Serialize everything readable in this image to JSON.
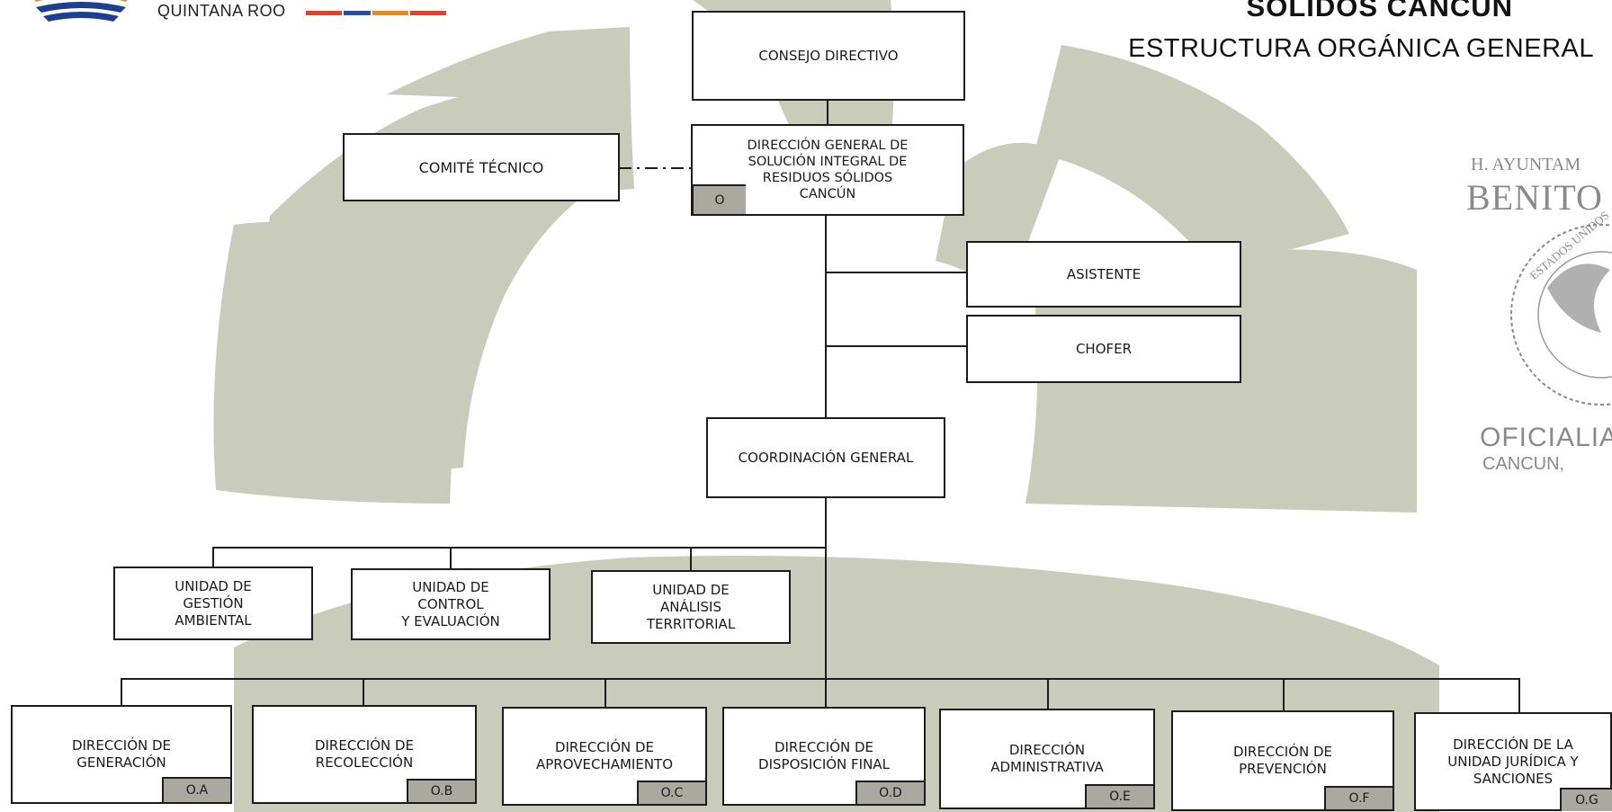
{
  "header": {
    "state_label": "QUINTANA ROO",
    "title_line1": "SÓLIDOS CANCÚN",
    "title_line2": "ESTRUCTURA ORGÁNICA GENERAL"
  },
  "stamp": {
    "line1": "H. AYUNTAM",
    "line2": "BENITO J",
    "seal_text": "ESTADOS UNIDOS",
    "line3": "OFICIALIA",
    "line4": "CANCUN,"
  },
  "org": {
    "consejo": "CONSEJO DIRECTIVO",
    "comite": "COMITÉ TÉCNICO",
    "direccion_general": "DIRECCIÓN GENERAL DE\nSOLUCIÓN INTEGRAL DE\nRESIDUOS SÓLIDOS\nCANCÚN",
    "direccion_general_tag": "O",
    "asistente": "ASISTENTE",
    "chofer": "CHOFER",
    "coordinacion": "COORDINACIÓN GENERAL",
    "unidades": [
      {
        "label": "UNIDAD DE\nGESTIÓN\nAMBIENTAL"
      },
      {
        "label": "UNIDAD DE\nCONTROL\nY EVALUACIÓN"
      },
      {
        "label": "UNIDAD DE\nANÁLISIS\nTERRITORIAL"
      }
    ],
    "direcciones": [
      {
        "label": "DIRECCIÓN DE\nGENERACIÓN",
        "tag": "O.A"
      },
      {
        "label": "DIRECCIÓN DE\nRECOLECCIÓN",
        "tag": "O.B"
      },
      {
        "label": "DIRECCIÓN DE\nAPROVECHAMIENTO",
        "tag": "O.C"
      },
      {
        "label": "DIRECCIÓN DE\nDISPOSICIÓN FINAL",
        "tag": "O.D"
      },
      {
        "label": "DIRECCIÓN\nADMINISTRATIVA",
        "tag": "O.E"
      },
      {
        "label": "DIRECCIÓN DE\nPREVENCIÓN",
        "tag": "O.F"
      },
      {
        "label": "DIRECCIÓN DE LA\nUNIDAD JURÍDICA Y\nSANCIONES",
        "tag": "O.G"
      }
    ]
  },
  "colors": {
    "watermark": "#c9cbbb",
    "tag_fill": "#a9a9a0",
    "line": "#1c1c1c",
    "logo_orange": "#e2892a",
    "logo_blue": "#1f3f8a"
  }
}
